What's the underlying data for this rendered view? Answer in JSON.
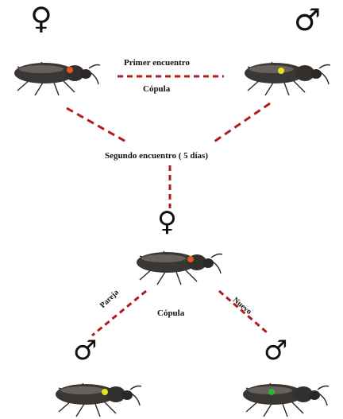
{
  "symbols": {
    "female": "♀",
    "male": "♂"
  },
  "labels": {
    "first_encounter": "Primer encuentro",
    "copula_top": "Cópula",
    "second_encounter": "Segundo encuentro ( 5 días)",
    "copula_bottom": "Cópula",
    "partner": "Pareja",
    "new": "Nuevo"
  },
  "marks": {
    "female_top_left": "orange",
    "male_top_right": "yellow",
    "female_middle": "orange",
    "male_bottom_left": "yellow",
    "male_bottom_right": "green"
  },
  "colors": {
    "dash": "#b01c1c",
    "beetle_body": "#3a3634",
    "orange_mark": "#e05a1e",
    "yellow_mark": "#e4e21a",
    "green_mark": "#2fb52f"
  }
}
